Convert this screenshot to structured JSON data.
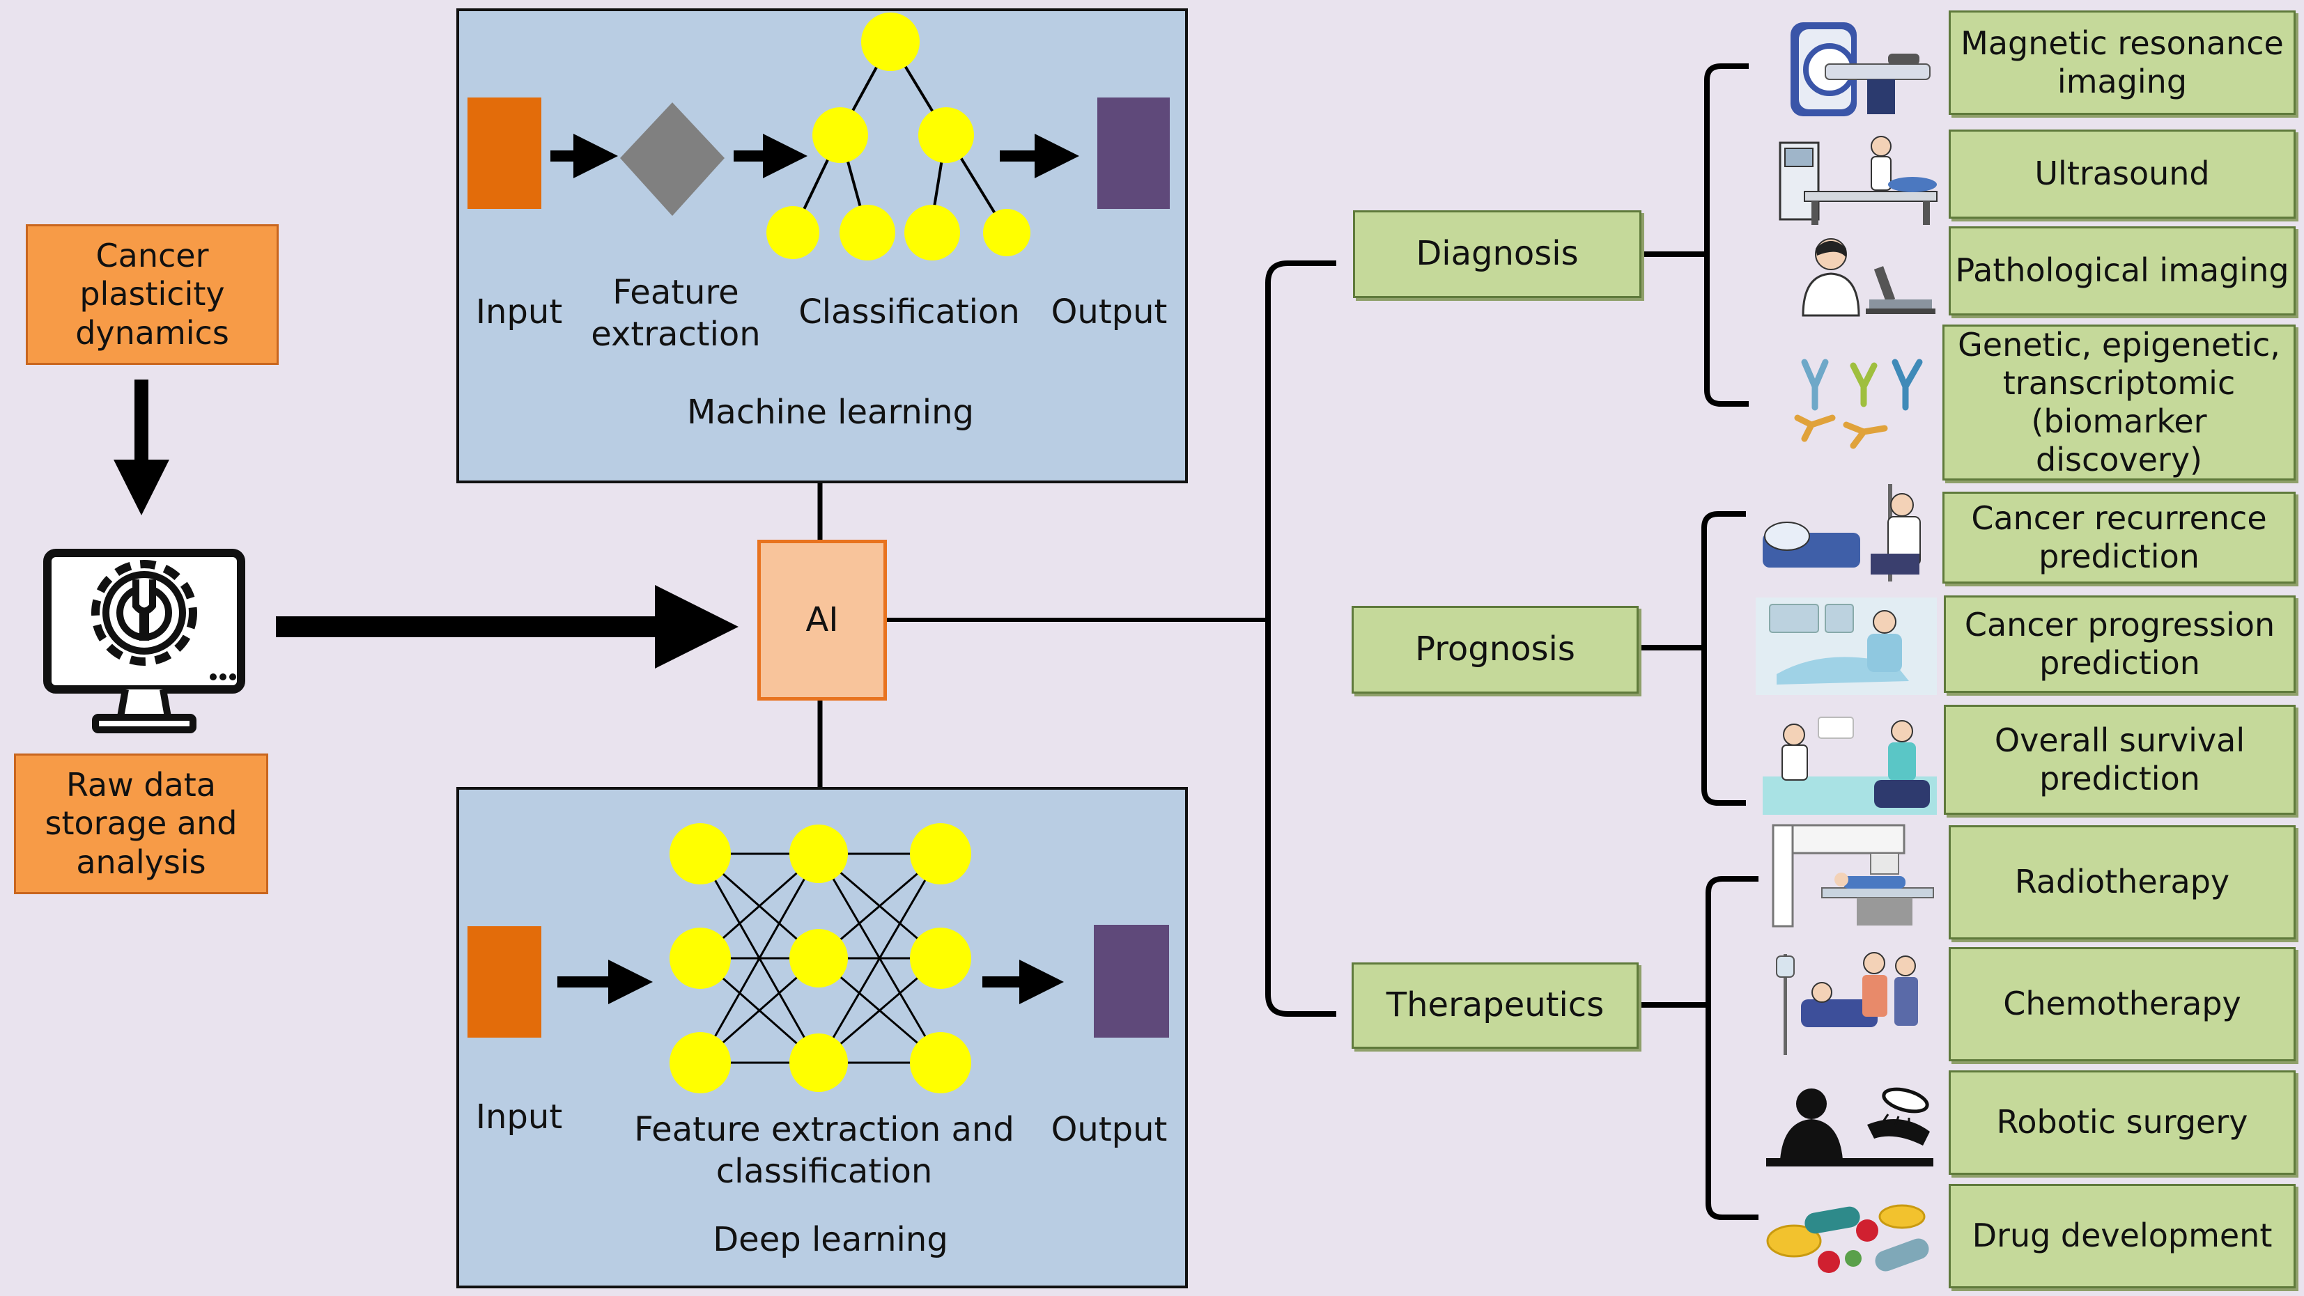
{
  "left": {
    "cancer_box": "Cancer\nplasticity\ndynamics",
    "raw_box": "Raw data\nstorage and\nanalysis"
  },
  "ai_label": "AI",
  "ml_panel": {
    "input": "Input",
    "feature": "Feature\nextraction",
    "classification": "Classification",
    "output": "Output",
    "title": "Machine learning"
  },
  "dl_panel": {
    "input": "Input",
    "feature": "Feature extraction and\nclassification",
    "output": "Output",
    "title": "Deep learning"
  },
  "categories": {
    "diagnosis": "Diagnosis",
    "prognosis": "Prognosis",
    "therapeutics": "Therapeutics"
  },
  "outcomes": [
    "Magnetic resonance\nimaging",
    "Ultrasound",
    "Pathological imaging",
    "Genetic, epigenetic,\ntranscriptomic\n(biomarker discovery)",
    "Cancer recurrence\nprediction",
    "Cancer progression\nprediction",
    "Overall survival\nprediction",
    "Radiotherapy",
    "Chemotherapy",
    "Robotic surgery",
    "Drug development"
  ],
  "icons": [
    "mri-scanner-icon",
    "ultrasound-icon",
    "microscope-scientist-icon",
    "antibody-icon",
    "hospital-bed-icon",
    "patient-monitor-icon",
    "consultation-icon",
    "radiotherapy-machine-icon",
    "chemotherapy-infusion-icon",
    "robotic-surgery-icon",
    "pills-icon"
  ],
  "colors": {
    "background": "#e9e3ee",
    "orange": "#f79b47",
    "ai_fill": "#f8c49b",
    "panel": "#b9cde3",
    "green": "#c5d99a",
    "node": "#ffff00",
    "input_block": "#e36c0a",
    "output_block": "#5f497a",
    "diamond": "#808080"
  }
}
